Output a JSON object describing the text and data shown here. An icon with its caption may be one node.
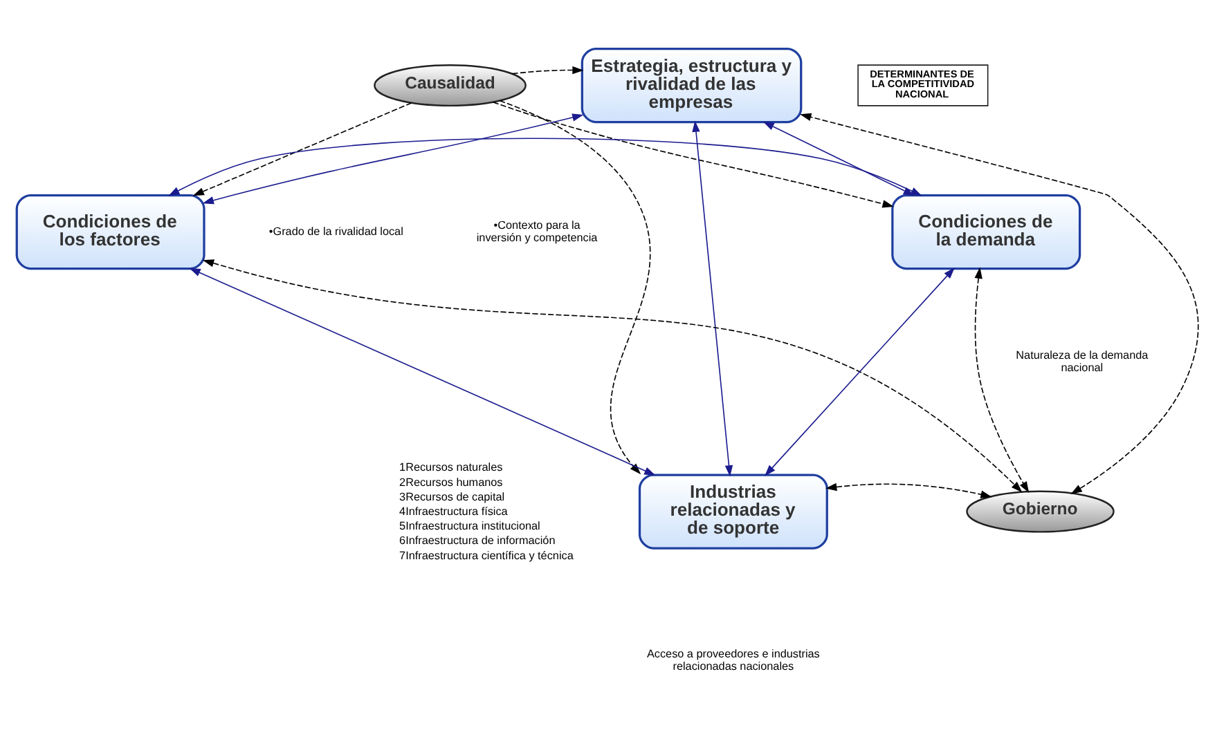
{
  "diagram": {
    "nodes": [
      {
        "text": [
          "Causalidad"
        ]
      },
      {
        "text": [
          "Estrategia, estructura y rivalidad de las empresas"
        ]
      },
      {
        "text": [
          "DETERMINANTES DE LA COMPETITIVIDAD NACIONAL"
        ]
      },
      {
        "text": [
          "Condiciones de los factores"
        ]
      },
      {
        "text": [
          "Condiciones de la demanda"
        ]
      },
      {
        "text": [
          "Gobierno"
        ]
      },
      {
        "text": [
          "Industrias relacionadas y de soporte"
        ]
      }
    ],
    "edges": [
      {
        "from": 0,
        "to": 1,
        "arrow": "to",
        "style": "dashed"
      },
      {
        "from": 0,
        "to": 3,
        "arrow": "to",
        "style": "dashed"
      },
      {
        "from": 0,
        "to": 4,
        "arrow": "to",
        "style": "dashed"
      },
      {
        "from": 0,
        "to": 6,
        "arrow": "to",
        "style": "dashed"
      },
      {
        "from": 1,
        "to": 3,
        "arrow": "both",
        "color": "#1c1c8f"
      },
      {
        "from": 1,
        "to": 4,
        "arrow": "both",
        "color": "#1c1c8f"
      },
      {
        "from": 1,
        "to": 6,
        "arrow": "both",
        "color": "#1c1c8f"
      },
      {
        "from": 3,
        "to": 4,
        "arrow": "both",
        "color": "#1c1c8f"
      },
      {
        "from": 3,
        "to": 6,
        "arrow": "both",
        "color": "#1c1c8f"
      },
      {
        "from": 4,
        "to": 6,
        "arrow": "both",
        "color": "#1c1c8f"
      },
      {
        "from": 5,
        "to": 1,
        "arrow": "both",
        "style": "dashed"
      },
      {
        "from": 4,
        "to": 5,
        "arrow": "both",
        "style": "dashed"
      },
      {
        "from": 3,
        "to": 5,
        "arrow": "both",
        "style": "dashed"
      },
      {
        "from": 6,
        "to": 5,
        "arrow": "both",
        "style": "dashed"
      }
    ],
    "labels": [
      "•Contexto para la inversión y competencia",
      "•Grado de la rivalidad local",
      "Naturaleza de la demanda nacional",
      "1Recursos naturales",
      "2Recursos humanos",
      "3Recursos de capital",
      "4Infraestructura física",
      "5Infraestructura institucional",
      "6Infraestructura de información",
      "7Infraestructura científica y técnica",
      "Acceso a proveedores e industrias relacionadas nacionales"
    ]
  }
}
